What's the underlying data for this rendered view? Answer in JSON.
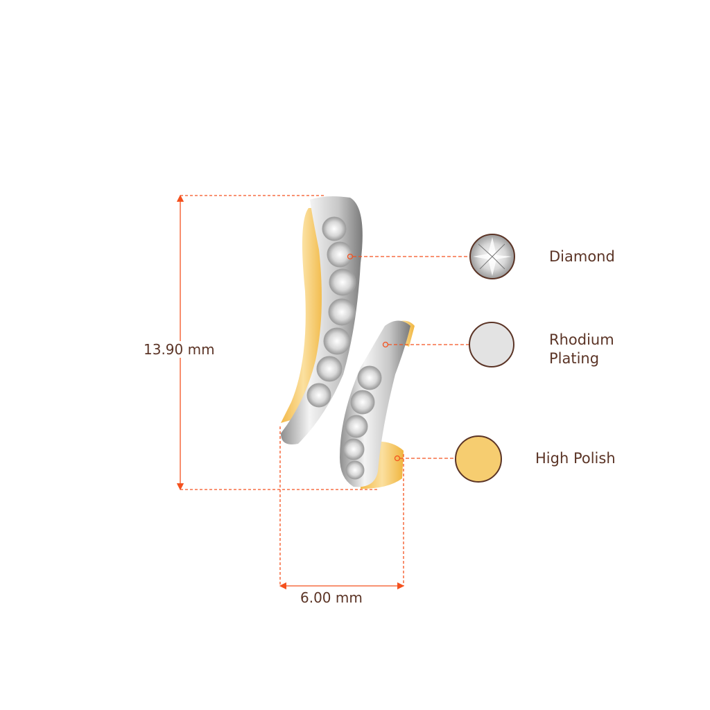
{
  "dimensions": {
    "height_label": "13.90 mm",
    "width_label": "6.00 mm"
  },
  "materials": [
    {
      "label": "Diamond",
      "icon": "diamond-swatch-icon",
      "color": "#e6e6e6"
    },
    {
      "label_line1": "Rhodium",
      "label_line2": "Plating",
      "icon": "rhodium-swatch-icon",
      "color": "#e3e3e3"
    },
    {
      "label": "High Polish",
      "icon": "gold-swatch-icon",
      "color": "#f6cd70"
    }
  ],
  "colors": {
    "accent": "#f4511e",
    "text": "#5b3426",
    "swatch_border": "#5b3426"
  }
}
